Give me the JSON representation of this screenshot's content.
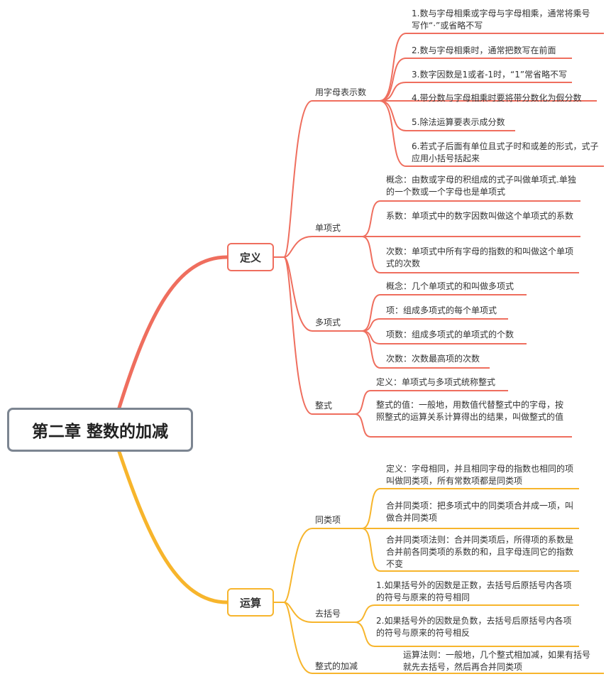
{
  "colors": {
    "red": "#ef6e5e",
    "yellow": "#f7b52c",
    "root_border": "#7c8591"
  },
  "root": {
    "label": "第二章 整数的加减"
  },
  "branches": [
    {
      "label": "定义",
      "color": "red",
      "children": [
        {
          "label": "用字母表示数",
          "children": [
            "1.数与字母相乘或字母与字母相乘，通常将乘号写作“·”或省略不写",
            "2.数与字母相乘时，通常把数写在前面",
            "3.数字因数是1或者-1时，“1”常省略不写",
            "4.带分数与字母相乘时要将带分数化为假分数",
            "5.除法运算要表示成分数",
            "6.若式子后面有单位且式子时和或差的形式，式子应用小括号括起来"
          ]
        },
        {
          "label": "单项式",
          "children": [
            "概念：由数或字母的积组成的式子叫做单项式.单独的一个数或一个字母也是单项式",
            "系数：单项式中的数字因数叫做这个单项式的系数",
            "次数：单项式中所有字母的指数的和叫做这个单项式的次数"
          ]
        },
        {
          "label": "多项式",
          "children": [
            "概念：几个单项式的和叫做多项式",
            "项：组成多项式的每个单项式",
            "项数：组成多项式的单项式的个数",
            "次数：次数最高项的次数"
          ]
        },
        {
          "label": "整式",
          "children": [
            "定义：单项式与多项式统称整式",
            "整式的值：一般地，用数值代替整式中的字母，按照整式的运算关系计算得出的结果，叫做整式的值"
          ]
        }
      ]
    },
    {
      "label": "运算",
      "color": "yellow",
      "children": [
        {
          "label": "同类项",
          "children": [
            "定义：字母相同，并且相同字母的指数也相同的项叫做同类项，所有常数项都是同类项",
            "合并同类项：把多项式中的同类项合并成一项，叫做合并同类项",
            "合并同类项法则：合并同类项后，所得项的系数是合并前各同类项的系数的和，且字母连同它的指数不变"
          ]
        },
        {
          "label": "去括号",
          "children": [
            "1.如果括号外的因数是正数，去括号后原括号内各项的符号与原来的符号相同",
            "2.如果括号外的因数是负数，去括号后原括号内各项的符号与原来的符号相反"
          ]
        },
        {
          "label": "整式的加减",
          "children": [
            "运算法则：一般地，几个整式相加减，如果有括号就先去括号，然后再合并同类项"
          ]
        }
      ]
    }
  ]
}
